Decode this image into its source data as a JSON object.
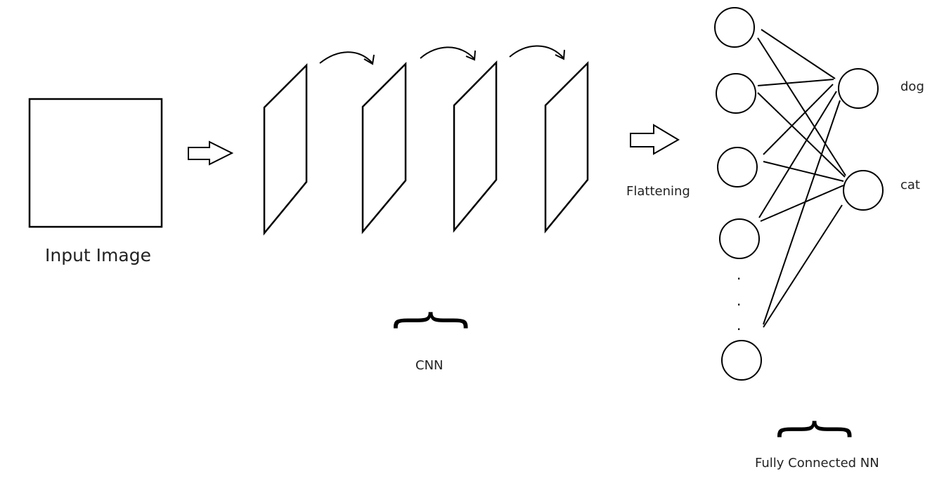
{
  "labels": {
    "input_image": "Input Image",
    "cnn": "CNN",
    "flattening": "Flattening",
    "dog": "dog",
    "cat": "cat",
    "fully_connected": "Fully Connected NN"
  },
  "ellipsis": ".",
  "colors": {
    "stroke": "#000000",
    "text": "#222222",
    "background": "#ffffff"
  }
}
